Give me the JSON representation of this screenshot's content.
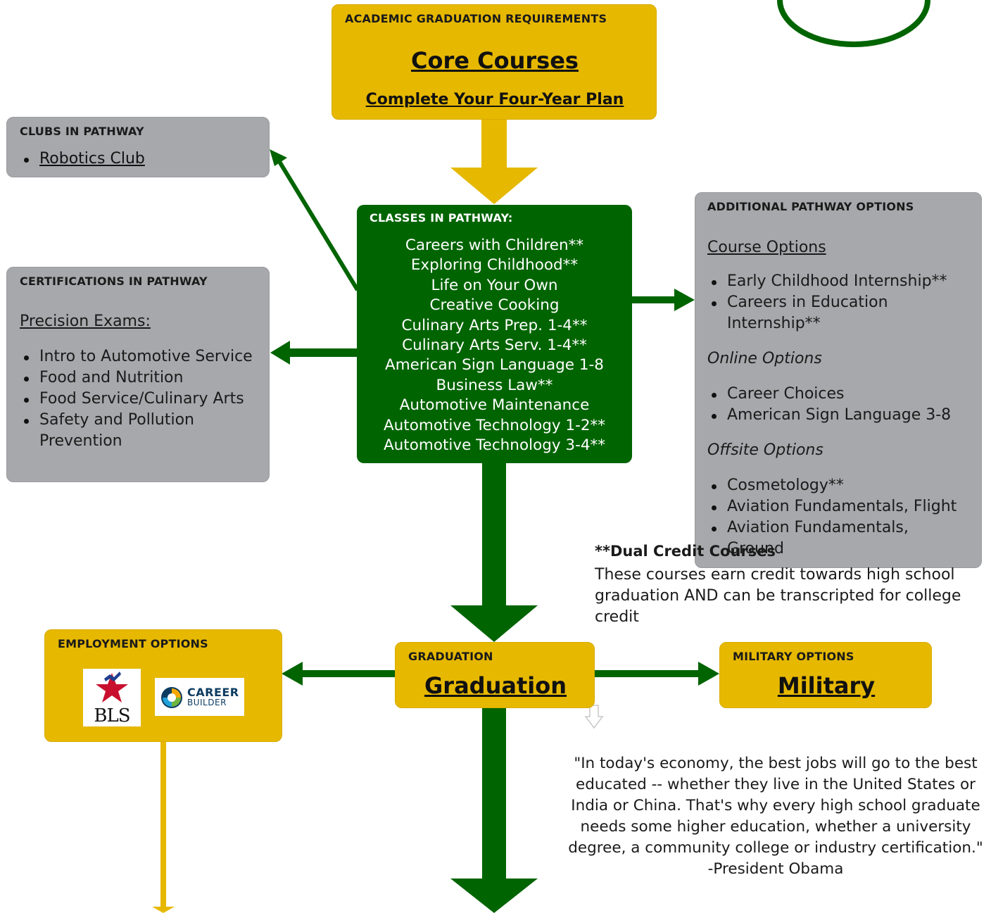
{
  "academic": {
    "title": "ACADEMIC GRADUATION REQUIREMENTS",
    "core_link": "Core Courses",
    "plan_link": "Complete Your Four-Year Plan"
  },
  "clubs": {
    "title": "CLUBS IN PATHWAY",
    "items": [
      "Robotics Club"
    ]
  },
  "certifications": {
    "title": "CERTIFICATIONS IN PATHWAY",
    "subtitle": "Precision Exams:",
    "items": [
      "Intro to Automotive Service",
      "Food and Nutrition",
      "Food Service/Culinary Arts",
      "Safety and Pollution Prevention"
    ]
  },
  "classes": {
    "title": "CLASSES IN PATHWAY:",
    "items": [
      "Careers with Children**",
      "Exploring Childhood**",
      "Life on Your Own",
      "Creative Cooking",
      "Culinary Arts Prep. 1-4**",
      "Culinary Arts Serv. 1-4**",
      "American Sign Language 1-8",
      "Business Law**",
      "Automotive Maintenance",
      "Automotive Technology 1-2**",
      "Automotive Technology 3-4**"
    ]
  },
  "additional": {
    "title": "ADDITIONAL PATHWAY OPTIONS",
    "course_heading": "Course Options",
    "course_items": [
      "Early Childhood Internship**",
      "Careers in Education Internship**"
    ],
    "online_heading": "Online Options",
    "online_items": [
      "Career Choices",
      "American Sign Language 3-8"
    ],
    "offsite_heading": "Offsite Options",
    "offsite_items": [
      "Cosmetology**",
      "Aviation Fundamentals, Flight",
      "Aviation Fundamentals, Ground"
    ]
  },
  "dual_credit": {
    "title": "**Dual Credit Courses",
    "text": "These courses earn credit towards high school graduation AND can be transcripted for college credit"
  },
  "employment": {
    "title": "EMPLOYMENT OPTIONS",
    "bls_text": "BLS",
    "cb_line1": "CAREER",
    "cb_line2": "BUILDER"
  },
  "graduation": {
    "title": "GRADUATION",
    "link": "Graduation"
  },
  "military": {
    "title": "MILITARY OPTIONS",
    "link": "Military"
  },
  "quote": {
    "text": "\"In today's economy, the best jobs will go to the best educated -- whether they live in the United States or India or China. That's why every high school graduate needs some higher education, whether a university degree, a community college or industry certification.\"",
    "author": "-President Obama"
  },
  "colors": {
    "gold": "#e6b800",
    "grey": "#a7a8ab",
    "green": "#006400"
  }
}
